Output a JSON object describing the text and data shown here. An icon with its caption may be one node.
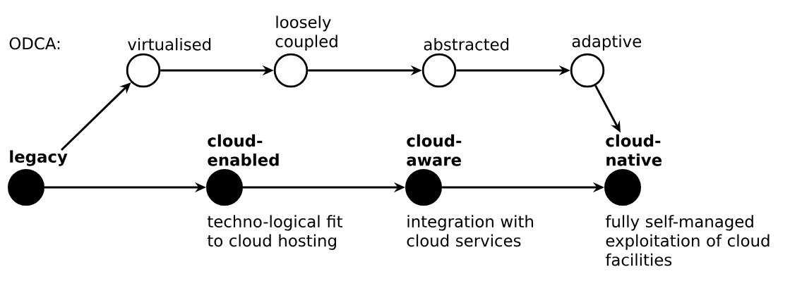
{
  "diagram": {
    "nodes": [
      {
        "text": [
          "virtualised"
        ]
      },
      {
        "text": [
          "loosely coupled"
        ]
      },
      {
        "text": [
          "abstracted"
        ]
      },
      {
        "text": [
          "adaptive"
        ]
      },
      {
        "text": [
          "legacy"
        ]
      },
      {
        "text": [
          "cloud-enabled"
        ],
        "beside": [
          "techno-logical fit to cloud hosting"
        ]
      },
      {
        "text": [
          "cloud-aware"
        ],
        "beside": [
          "integration with cloud services"
        ]
      },
      {
        "text": [
          "cloud-native"
        ],
        "beside": [
          "fully self-managed exploitation of cloud facilities"
        ]
      }
    ],
    "edges": [
      {
        "from": 4,
        "to": 0,
        "arrow": "to"
      },
      {
        "from": 0,
        "to": 1,
        "arrow": "to"
      },
      {
        "from": 1,
        "to": 2,
        "arrow": "to"
      },
      {
        "from": 2,
        "to": 3,
        "arrow": "to"
      },
      {
        "from": 3,
        "to": 7,
        "arrow": "to"
      },
      {
        "from": 4,
        "to": 5,
        "arrow": "to"
      },
      {
        "from": 5,
        "to": 6,
        "arrow": "to"
      },
      {
        "from": 6,
        "to": 7,
        "arrow": "to"
      }
    ],
    "labels": [
      "ODCA:"
    ]
  }
}
